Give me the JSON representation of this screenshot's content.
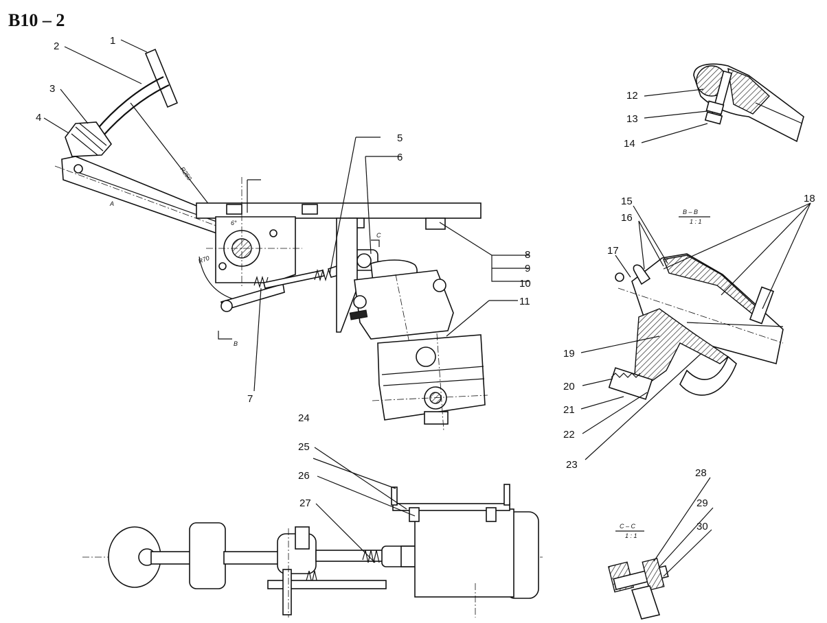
{
  "title": "B10 – 2",
  "labels": {
    "l1": "1",
    "l2": "2",
    "l3": "3",
    "l4": "4",
    "l5": "5",
    "l6": "6",
    "l7": "7",
    "l8": "8",
    "l9": "9",
    "l10": "10",
    "l11": "11",
    "l12": "12",
    "l13": "13",
    "l14": "14",
    "l15": "15",
    "l16": "16",
    "l17": "17",
    "l18": "18",
    "l19": "19",
    "l20": "20",
    "l21": "21",
    "l22": "22",
    "l23": "23",
    "l24": "24",
    "l25": "25",
    "l26": "26",
    "l27": "27",
    "l28": "28",
    "l29": "29",
    "l30": "30"
  },
  "sections": {
    "bb": "B – B",
    "bb_scale": "1 : 1",
    "cc": "C – C",
    "cc_scale": "1 : 1",
    "b_marker": "B",
    "c_marker": "C"
  },
  "dims": {
    "r250": "R250",
    "r70": "R70",
    "a": "A",
    "angle": "6°"
  }
}
